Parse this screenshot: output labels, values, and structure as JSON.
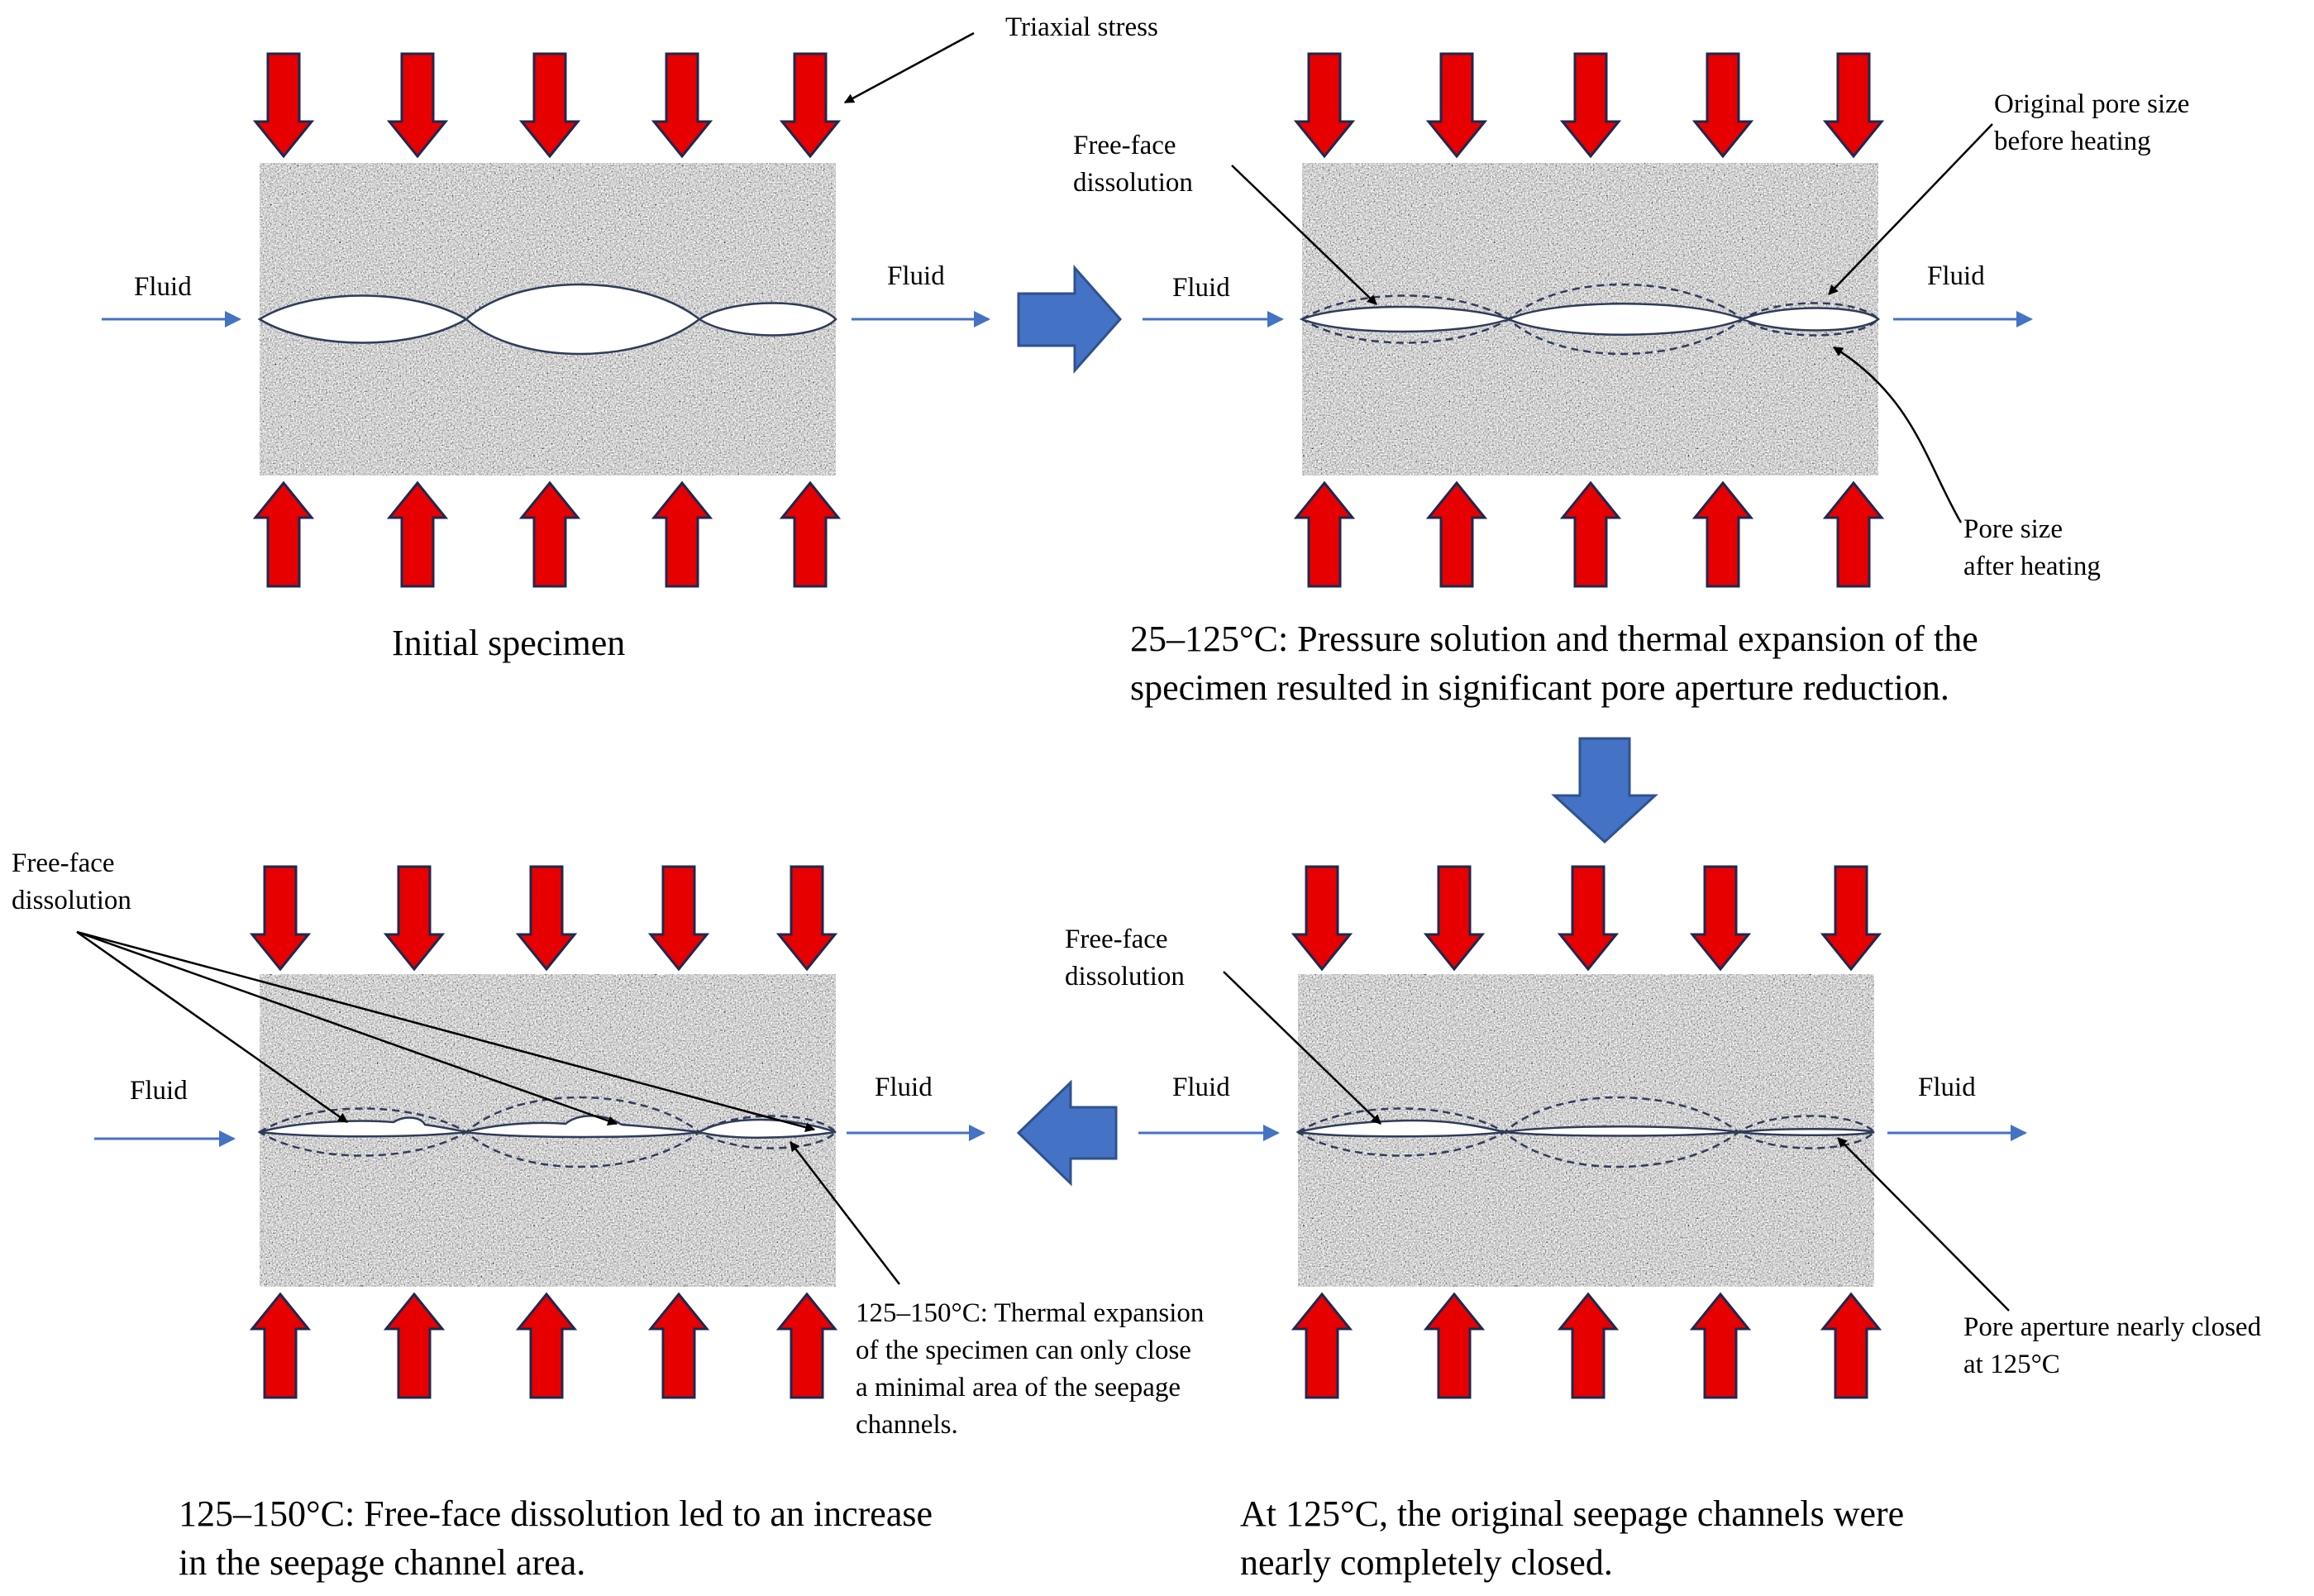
{
  "labels": {
    "fluid": "Fluid",
    "triaxial_stress": "Triaxial stress",
    "free_face_line1": "Free-face",
    "free_face_line2": "dissolution",
    "original_pore_line1": "Original pore size",
    "original_pore_line2": "before heating",
    "pore_after_line1": "Pore size",
    "pore_after_line2": "after heating",
    "thermal_note_line1": "125–150°C: Thermal expansion",
    "thermal_note_line2": "of the specimen can only close",
    "thermal_note_line3": "a minimal area of the seepage",
    "thermal_note_line4": "channels.",
    "nearly_closed_line1": "Pore aperture nearly closed",
    "nearly_closed_line2": "at 125°C"
  },
  "captions": {
    "initial": "Initial specimen",
    "stage1_line1": "25–125°C: Pressure solution and thermal expansion of the",
    "stage1_line2": "specimen resulted in significant pore aperture reduction.",
    "stage3_line1": "125–150°C: Free-face dissolution led to an increase",
    "stage3_line2": "in the seepage channel area.",
    "stage2_line1": "At 125°C, the original seepage channels were",
    "stage2_line2": "nearly completely closed."
  },
  "colors": {
    "stress_arrow": "#e60000",
    "flow_arrow": "#4472c4",
    "process_arrow": "#4472c4",
    "specimen_border": "#2f3b5a",
    "pore_outline": "#2f3b5a"
  }
}
